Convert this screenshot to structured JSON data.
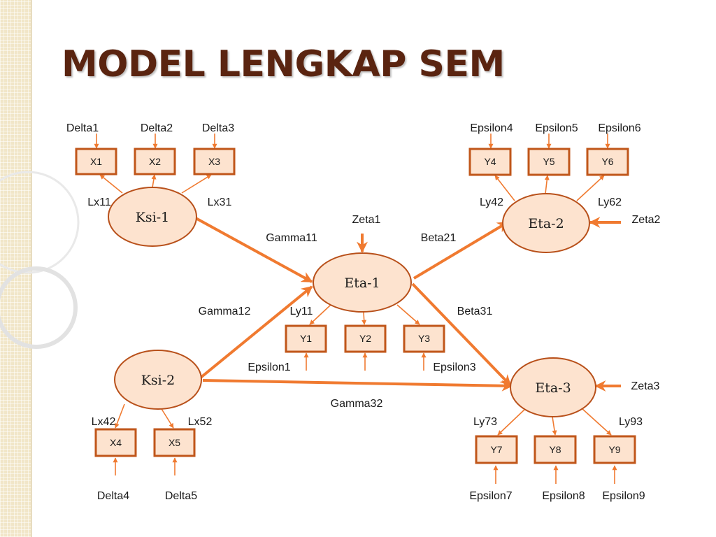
{
  "slide": {
    "title": "MODEL LENGKAP SEM"
  },
  "colors": {
    "title": "#5a2410",
    "arrow": "#f07a30",
    "box_border": "#c0561a",
    "fill": "#fde3cf",
    "strip": "#f1e6c8"
  },
  "diagram": {
    "latents": {
      "ksi1": "Ksi-1",
      "ksi2": "Ksi-2",
      "eta1": "Eta-1",
      "eta2": "Eta-2",
      "eta3": "Eta-3"
    },
    "observed": {
      "x1": "X1",
      "x2": "X2",
      "x3": "X3",
      "x4": "X4",
      "x5": "X5",
      "y1": "Y1",
      "y2": "Y2",
      "y3": "Y3",
      "y4": "Y4",
      "y5": "Y5",
      "y6": "Y6",
      "y7": "Y7",
      "y8": "Y8",
      "y9": "Y9"
    },
    "errors": {
      "delta1": "Delta1",
      "delta2": "Delta2",
      "delta3": "Delta3",
      "delta4": "Delta4",
      "delta5": "Delta5",
      "epsilon1": "Epsilon1",
      "epsilon3": "Epsilon3",
      "epsilon4": "Epsilon4",
      "epsilon5": "Epsilon5",
      "epsilon6": "Epsilon6",
      "epsilon7": "Epsilon7",
      "epsilon8": "Epsilon8",
      "epsilon9": "Epsilon9",
      "zeta1": "Zeta1",
      "zeta2": "Zeta2",
      "zeta3": "Zeta3"
    },
    "paths": {
      "lx11": "Lx11",
      "lx31": "Lx31",
      "lx42": "Lx42",
      "lx52": "Lx52",
      "ly11": "Ly11",
      "ly42": "Ly42",
      "ly62": "Ly62",
      "ly73": "Ly73",
      "ly93": "Ly93",
      "gamma11": "Gamma11",
      "gamma12": "Gamma12",
      "gamma32": "Gamma32",
      "beta21": "Beta21",
      "beta31": "Beta31"
    }
  }
}
